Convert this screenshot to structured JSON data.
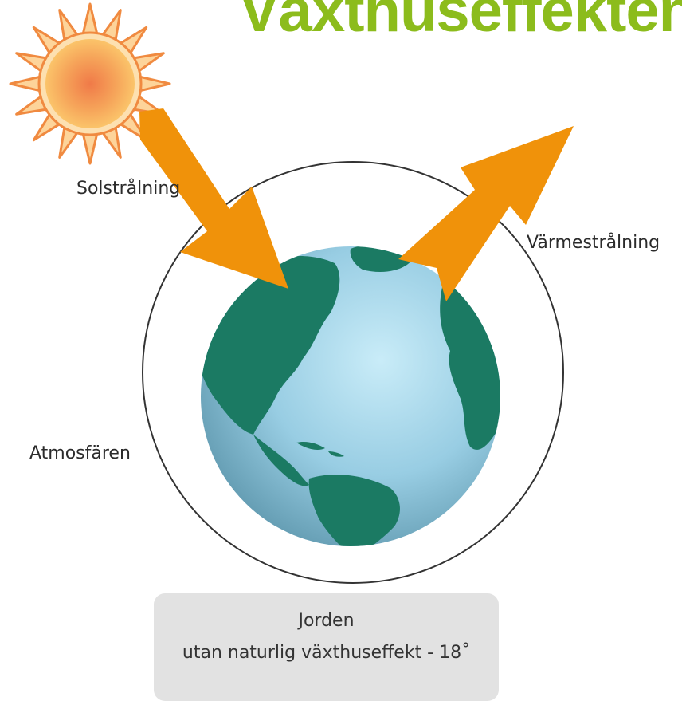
{
  "title": "Växthuseffekten",
  "labels": {
    "solar_radiation": "Solstrålning",
    "heat_radiation": "Värmestrålning",
    "atmosphere": "Atmosfären"
  },
  "caption": {
    "line1": "Jorden",
    "line2": "utan naturlig växthuseffekt - 18˚"
  },
  "colors": {
    "title": "#8cbc1c",
    "arrow": "#f0920a",
    "sun_core": "#f08040",
    "sun_ray": "#f9b97a",
    "ocean": "#9fd0e6",
    "land": "#1b7a63",
    "caption_box": "#e2e2e2"
  },
  "icons": [
    "sun-icon",
    "earth-globe-icon"
  ]
}
